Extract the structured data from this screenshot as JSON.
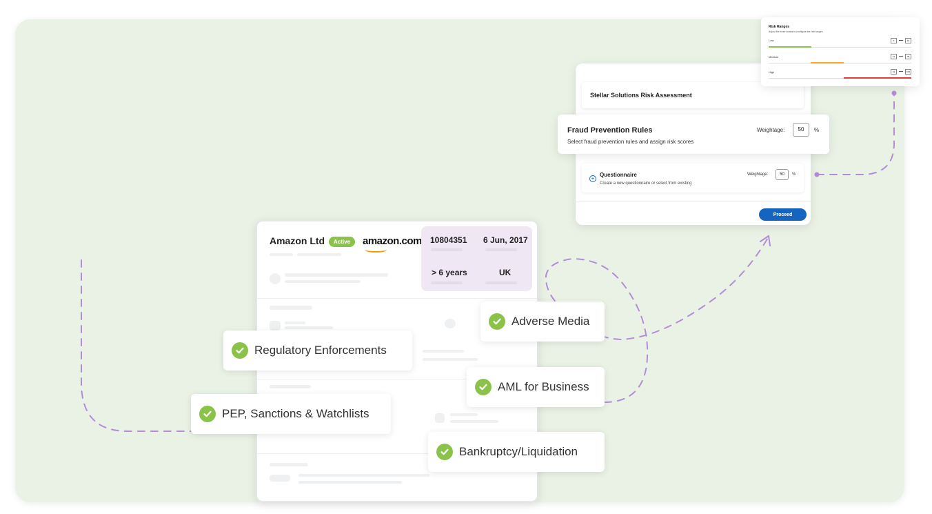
{
  "company": {
    "name": "Amazon Ltd",
    "status": "Active",
    "logo_text": "amazon.com",
    "registration_number": "10804351",
    "incorporation_date": "6 Jun, 2017",
    "age": "> 6 years",
    "country": "UK"
  },
  "checks": [
    {
      "label": "Adverse Media"
    },
    {
      "label": "Regulatory Enforcements"
    },
    {
      "label": "AML for Business"
    },
    {
      "label": "PEP, Sanctions & Watchlists"
    },
    {
      "label": "Bankruptcy/Liquidation"
    }
  ],
  "assessment": {
    "title": "Stellar Solutions Risk Assessment",
    "fraud": {
      "title": "Fraud Prevention Rules",
      "subtitle": "Select fraud prevention rules and assign risk scores",
      "weight_label": "Weightage:",
      "weight_value": "50",
      "unit": "%"
    },
    "questionnaire": {
      "title": "Questionnaire",
      "subtitle": "Create a new questionnaire or select from existing",
      "weight_label": "Weightage:",
      "weight_value": "50",
      "unit": "%"
    },
    "proceed_label": "Proceed"
  },
  "risk_ranges": {
    "title": "Risk Ranges",
    "subtitle": "Adjust the three scales to configure the risk ranges",
    "rows": [
      {
        "label": "Low",
        "min": "0",
        "max": "10",
        "color": "#8bc34a"
      },
      {
        "label": "Medium",
        "min": "11",
        "max": "40",
        "color": "#f5a623"
      },
      {
        "label": "High",
        "min": "41",
        "max": "100",
        "color": "#e53935"
      }
    ]
  },
  "colors": {
    "accent": "#b38bd6",
    "check": "#8bc34a",
    "primary": "#1565c0"
  }
}
